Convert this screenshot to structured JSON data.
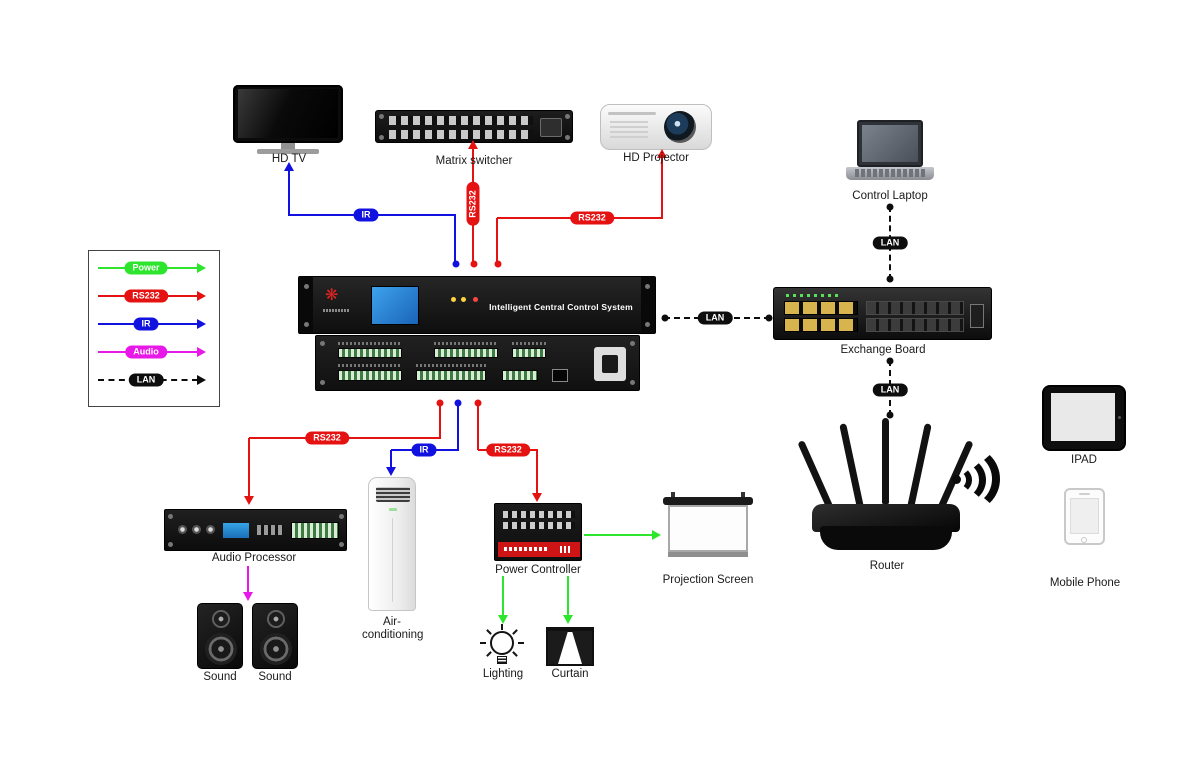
{
  "legend": {
    "items": [
      {
        "label": "Power"
      },
      {
        "label": "RS232"
      },
      {
        "label": "IR"
      },
      {
        "label": "Audio"
      },
      {
        "label": "LAN"
      }
    ]
  },
  "devices": {
    "hd_tv": "HD TV",
    "matrix_switcher": "Matrix switcher",
    "hd_projector": "HD Projector",
    "control_laptop": "Control Laptop",
    "central_control_title": "Intelligent Central Control System",
    "exchange_board": "Exchange Board",
    "router": "Router",
    "ipad": "IPAD",
    "mobile_phone": "Mobile Phone",
    "audio_processor": "Audio Processor",
    "sound_left": "Sound",
    "sound_right": "Sound",
    "air_conditioning": "Air-conditioning",
    "power_controller": "Power Controller",
    "projection_screen": "Projection Screen",
    "lighting": "Lighting",
    "curtain": "Curtain"
  },
  "connections": {
    "ir_tv": "IR",
    "rs232_matrix": "RS232",
    "rs232_projector": "RS232",
    "lan_central_exchange": "LAN",
    "lan_exchange_laptop": "LAN",
    "lan_exchange_router": "LAN",
    "rs232_audio_processor": "RS232",
    "ir_air_conditioning": "IR",
    "rs232_power_controller": "RS232"
  },
  "colors": {
    "power": "#2ce52c",
    "rs232": "#e51212",
    "ir": "#1212e0",
    "audio": "#e818e8",
    "lan": "#0d0d0d"
  }
}
